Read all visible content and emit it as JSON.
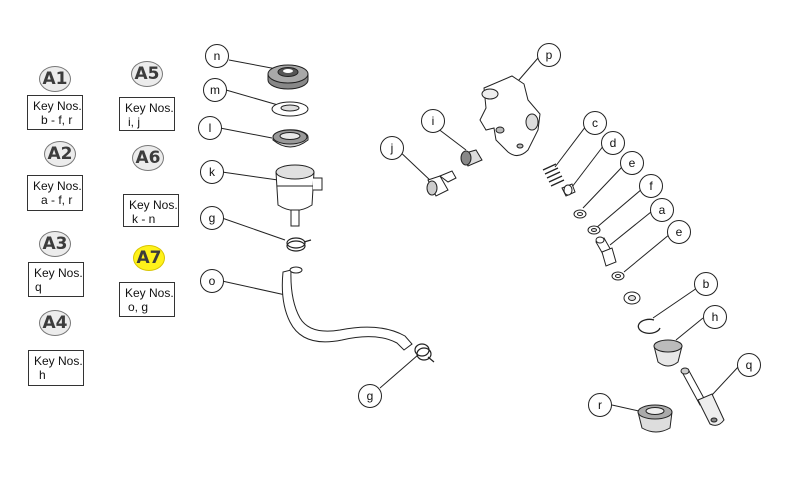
{
  "kits": [
    {
      "badge": "A1",
      "line1": "Key Nos.",
      "line2": "b - f, r",
      "highlight": false
    },
    {
      "badge": "A2",
      "line1": "Key Nos.",
      "line2": "a - f, r",
      "highlight": false
    },
    {
      "badge": "A3",
      "line1": "Key Nos.",
      "line2": "q",
      "highlight": false
    },
    {
      "badge": "A4",
      "line1": "Key Nos.",
      "line2": "h",
      "highlight": false
    },
    {
      "badge": "A5",
      "line1": "Key Nos.",
      "line2": "i, j",
      "highlight": false
    },
    {
      "badge": "A6",
      "line1": "Key Nos.",
      "line2": "k - n",
      "highlight": false
    },
    {
      "badge": "A7",
      "line1": "Key Nos.",
      "line2": "o, g",
      "highlight": true
    }
  ],
  "callouts": {
    "n": "n",
    "m": "m",
    "l": "l",
    "k": "k",
    "g_top": "g",
    "o": "o",
    "g_bottom": "g",
    "j": "j",
    "i": "i",
    "p": "p",
    "c": "c",
    "d": "d",
    "e_top": "e",
    "f": "f",
    "a": "a",
    "e_bottom": "e",
    "b": "b",
    "h": "h",
    "q": "q",
    "r": "r"
  },
  "colors": {
    "highlight": "#fff21a",
    "badge": "#ececec",
    "line": "#222222"
  }
}
